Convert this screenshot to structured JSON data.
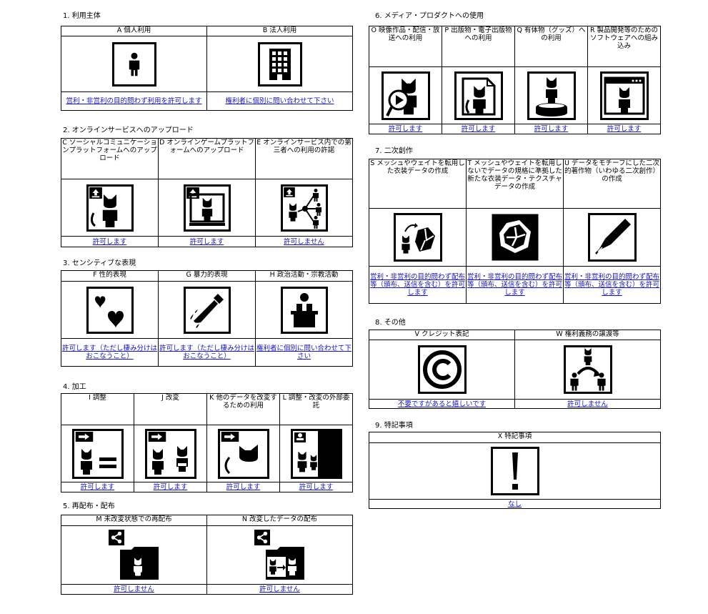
{
  "sections": {
    "s1": {
      "title": "1. 利用主体",
      "items": [
        {
          "label": "A 個人利用",
          "status": "営利・非営利の目的問わず利用を許可します",
          "icon": "person-icon"
        },
        {
          "label": "B 法人利用",
          "status": "権利者に個別に問い合わせて下さい",
          "icon": "office-building-icon"
        }
      ]
    },
    "s2": {
      "title": "2. オンラインサービスへのアップロード",
      "items": [
        {
          "label": "C ソーシャルコミュニケーションプラットフォームへのアップロード",
          "status": "許可します",
          "icon": "upload-avatar-icon"
        },
        {
          "label": "D オンラインゲームプラットフォームへのアップロード",
          "status": "許可します",
          "icon": "upload-screen-icon"
        },
        {
          "label": "E オンラインサービス内での第三者への利用の許諾",
          "status": "許可しません",
          "icon": "upload-share-icon"
        }
      ]
    },
    "s3": {
      "title": "3. センシティブな表現",
      "items": [
        {
          "label": "F 性的表現",
          "status": "許可します（ただし棲み分けはおこなうこと）",
          "icon": "hearts-icon"
        },
        {
          "label": "G 暴力的表現",
          "status": "許可します（ただし棲み分けはおこなうこと）",
          "icon": "knife-icon"
        },
        {
          "label": "H 政治活動・宗教活動",
          "status": "権利者に個別に問い合わせて下さい",
          "icon": "podium-icon"
        }
      ]
    },
    "s4": {
      "title": "4. 加工",
      "items": [
        {
          "label": "I 調整",
          "status": "許可します",
          "icon": "adjust-icon"
        },
        {
          "label": "J 改変",
          "status": "許可します",
          "icon": "modify-icon"
        },
        {
          "label": "K 他のデータを改変するための利用",
          "status": "許可します",
          "icon": "parts-reuse-icon"
        },
        {
          "label": "L 調整・改変の外部委託",
          "status": "許可します",
          "icon": "outsource-icon"
        }
      ]
    },
    "s5": {
      "title": "5. 再配布・配布",
      "items": [
        {
          "label": "M 未改変状態での再配布",
          "status": "許可しません",
          "icon": "redistribute-icon"
        },
        {
          "label": "N 改変したデータの配布",
          "status": "許可しません",
          "icon": "distribute-modified-icon"
        }
      ]
    },
    "s6": {
      "title": "6. メディア・プロダクトへの使用",
      "items": [
        {
          "label": "O 映像作品・配信・放送への利用",
          "status": "許可します",
          "icon": "video-icon"
        },
        {
          "label": "P 出版物・電子出版物への利用",
          "status": "許可します",
          "icon": "publication-icon"
        },
        {
          "label": "Q 有体物（グッズ）への利用",
          "status": "許可します",
          "icon": "figure-goods-icon"
        },
        {
          "label": "R 製品開発等のためのソフトウェアへの組み込み",
          "status": "許可します",
          "icon": "software-window-icon"
        }
      ]
    },
    "s7": {
      "title": "7. 二次創作",
      "items": [
        {
          "label": "S メッシュやウェイトを転用した衣装データの作成",
          "status": "営利・非営利の目的問わず配布等（頒布、送信を含む）を許可します",
          "icon": "costume-transfer-icon"
        },
        {
          "label": "T メッシュやウェイトを転用しないでデータの規格に準拠した新たな衣装データ・テクスチャデータの作成",
          "status": "営利・非営利の目的問わず配布等（頒布、送信を含む）を許可します",
          "icon": "costume-icon"
        },
        {
          "label": "U データをモチーフにした二次的著作物（いわゆる二次創作）の作成",
          "status": "営利・非営利の目的問わず配布等（頒布、送信を含む）を許可します",
          "icon": "pen-nib-icon"
        }
      ]
    },
    "s8": {
      "title": "8. その他",
      "items": [
        {
          "label": "V クレジット表記",
          "status": "不要ですがあると嬉しいです",
          "icon": "copyright-icon"
        },
        {
          "label": "W 権利義務の譲渡等",
          "status": "許可しません",
          "icon": "transfer-icon"
        }
      ]
    },
    "s9": {
      "title": "9. 特記事項",
      "items": [
        {
          "label": "X 特記事項",
          "status": "なし",
          "icon": "exclamation-icon"
        }
      ]
    }
  }
}
